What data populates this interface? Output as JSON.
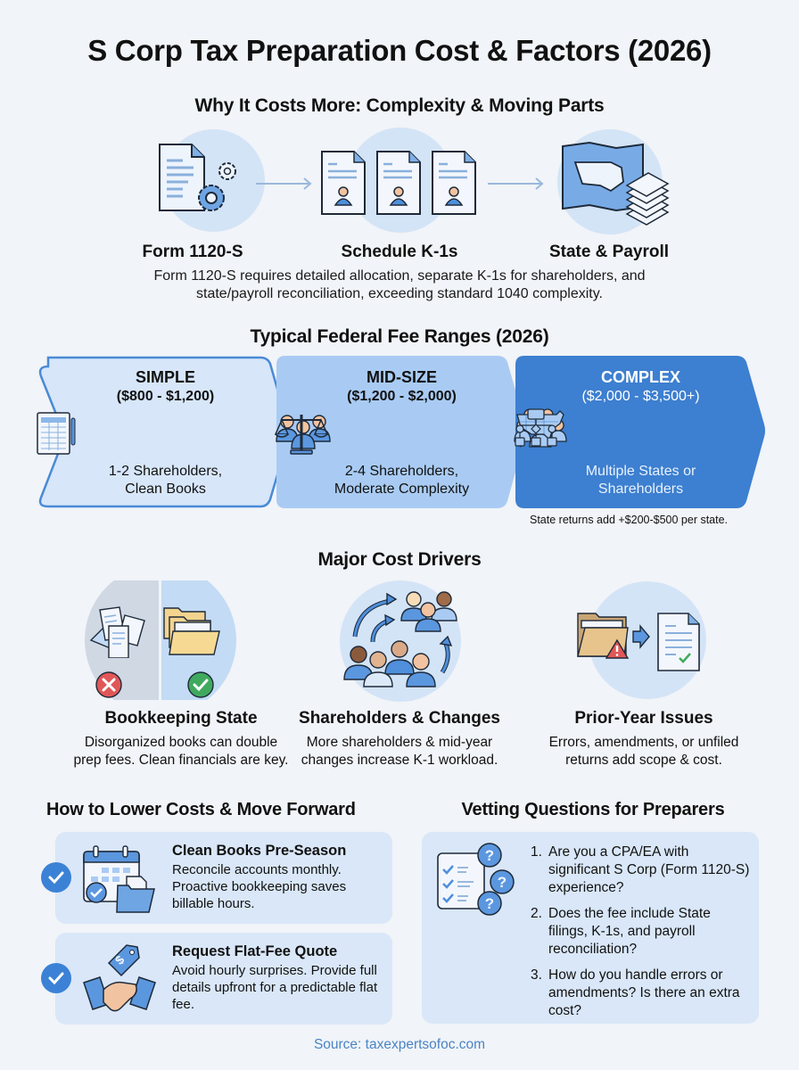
{
  "title": "S Corp Tax Preparation Cost & Factors (2026)",
  "why": {
    "heading": "Why It Costs More: Complexity & Moving Parts",
    "steps": [
      {
        "label": "Form 1120-S",
        "icon": "form-gear-icon"
      },
      {
        "label": "Schedule K-1s",
        "icon": "k1-documents-icon"
      },
      {
        "label": "State & Payroll",
        "icon": "map-documents-icon"
      }
    ],
    "description_line1": "Form 1120-S requires detailed allocation, separate K-1s for shareholders, and",
    "description_line2": "state/payroll reconciliation, exceeding standard 1040 complexity."
  },
  "fees": {
    "heading": "Typical Federal Fee Ranges (2026)",
    "tiers": [
      {
        "name": "SIMPLE",
        "range": "($800 - $1,200)",
        "desc_line1": "1-2 Shareholders,",
        "desc_line2": "Clean Books",
        "icons": [
          "person-icon",
          "spreadsheet-icon"
        ]
      },
      {
        "name": "MID-SIZE",
        "range": "($1,200 - $2,000)",
        "desc_line1": "2-4 Shareholders,",
        "desc_line2": "Moderate Complexity",
        "icons": [
          "group-icon",
          "scales-icon"
        ]
      },
      {
        "name": "COMPLEX",
        "range": "($2,000 - $3,500+)",
        "desc_line1": "Multiple States or",
        "desc_line2": "Shareholders",
        "icons": [
          "large-group-icon",
          "us-map-icon",
          "org-chart-icon"
        ]
      }
    ],
    "note": "State returns add +$200-$500 per state."
  },
  "drivers": {
    "heading": "Major Cost Drivers",
    "items": [
      {
        "label": "Bookkeeping State",
        "desc_line1": "Disorganized books can double",
        "desc_line2": "prep fees. Clean financials are key."
      },
      {
        "label": "Shareholders & Changes",
        "desc_line1": "More shareholders & mid-year",
        "desc_line2": "changes increase K-1 workload."
      },
      {
        "label": "Prior-Year Issues",
        "desc_line1": "Errors, amendments, or unfiled",
        "desc_line2": "returns add scope & cost."
      }
    ]
  },
  "lower": {
    "heading": "How to Lower Costs & Move Forward",
    "items": [
      {
        "title": "Clean Books Pre-Season",
        "text": "Reconcile accounts monthly. Proactive bookkeeping saves billable hours."
      },
      {
        "title": "Request Flat-Fee Quote",
        "text": "Avoid hourly surprises. Provide full details upfront for a predictable flat fee."
      }
    ]
  },
  "vetting": {
    "heading": "Vetting Questions for Preparers",
    "questions": [
      {
        "num": "1.",
        "text": "Are you a CPA/EA with significant S Corp (Form 1120-S) experience?"
      },
      {
        "num": "2.",
        "text": "Does the fee include State filings, K-1s, and payroll reconciliation?"
      },
      {
        "num": "3.",
        "text": "How do you handle errors or amendments? Is there an extra cost?"
      }
    ]
  },
  "source": "Source: taxexpertsofoc.com",
  "colors": {
    "background": "#f1f4f8",
    "accent": "#3b82d6",
    "light_blue": "#d4e4f7",
    "complex_blue": "#3a7fd0"
  }
}
